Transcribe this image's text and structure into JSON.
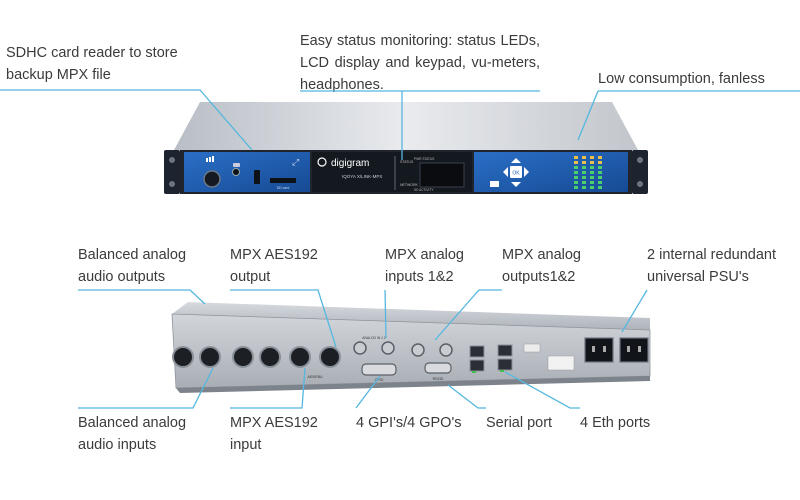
{
  "front_labels": {
    "sdhc": "SDHC card reader to store backup MPX file",
    "status": "Easy status monitoring: status LEDs, LCD display and keypad, vu-meters, headphones.",
    "consumption": "Low consumption, fanless"
  },
  "rear_labels": {
    "balanced_out": "Balanced analog audio outputs",
    "aes_out": "MPX AES192 output",
    "mpx_in": "MPX analog inputs 1&2",
    "mpx_out": "MPX analog outputs1&2",
    "psu": "2 internal redundant universal PSU's",
    "balanced_in": "Balanced analog audio inputs",
    "aes_in": "MPX AES192 input",
    "gpio": "4 GPI's/4 GPO's",
    "serial": "Serial port",
    "eth": "4 Eth ports"
  },
  "device": {
    "brand": "digigram",
    "model": "IQOYA X/LINK-MPX",
    "sd_caption": "SD card",
    "status_caption": "STATUS",
    "network_caption": "NETWORK",
    "status_label": "PWR STATUS",
    "status_label2": "SD ACTIVITY",
    "ok_button": "OK",
    "rear_gpio": "GPIO",
    "rear_serial": "RS232",
    "rear_analog_in": "ANALOG IN 1 2",
    "rear_aes": "AES/EBU",
    "colors": {
      "accent_blue": "#1f5fb4",
      "line_blue": "#55b7e0",
      "chassis": "#c9cdd3"
    }
  }
}
